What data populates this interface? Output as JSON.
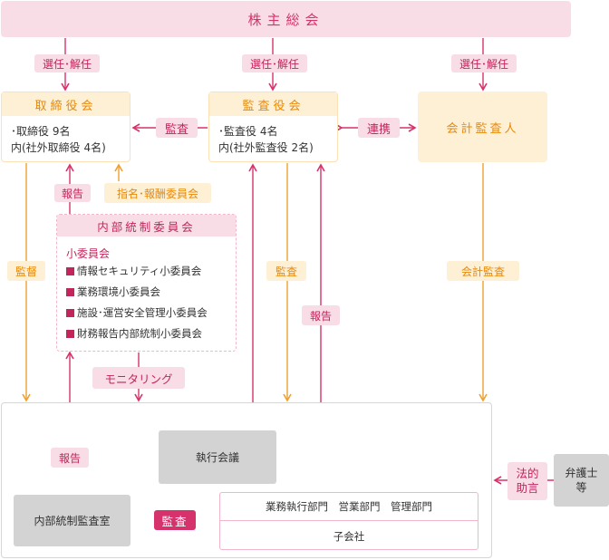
{
  "header": {
    "title": "株主総会"
  },
  "labels": {
    "election_left": "選任･解任",
    "election_mid": "選任･解任",
    "election_right": "選任･解任",
    "audit_board_to_directors": "監査",
    "cooperation": "連携",
    "report_icc": "報告",
    "nomination_committee": "指名･報酬委員会",
    "supervision": "監督",
    "audit_mid": "監査",
    "report_right": "報告",
    "accounting_audit": "会計監査",
    "monitoring": "モニタリング",
    "report_bottom": "報告",
    "legal_advice": "法的\n助言",
    "internal_audit_action": "監査"
  },
  "board": {
    "title": "取締役会",
    "line1": "･取締役 9名",
    "line2": "内(社外取締役 4名)"
  },
  "auditors": {
    "title": "監査役会",
    "line1": "･監査役 4名",
    "line2": "内(社外監査役 2名)"
  },
  "accounting_auditor": {
    "title": "会計監査人"
  },
  "icc": {
    "title": "内部統制委員会",
    "subtitle": "小委員会",
    "items": [
      "情報セキュリティ小委員会",
      "業務環境小委員会",
      "施設･運営安全管理小委員会",
      "財務報告内部統制小委員会"
    ]
  },
  "executive_meeting": "執行会議",
  "internal_audit_office": "内部統制監査室",
  "departments": {
    "row1": "業務執行部門　営業部門　管理部門",
    "row2": "子会社"
  },
  "lawyer": "弁護士\n等",
  "colors": {
    "pink": "#d6336c",
    "orange": "#f0a030",
    "pink_bg": "#f9dde6",
    "orange_bg": "#fdf0d5"
  }
}
